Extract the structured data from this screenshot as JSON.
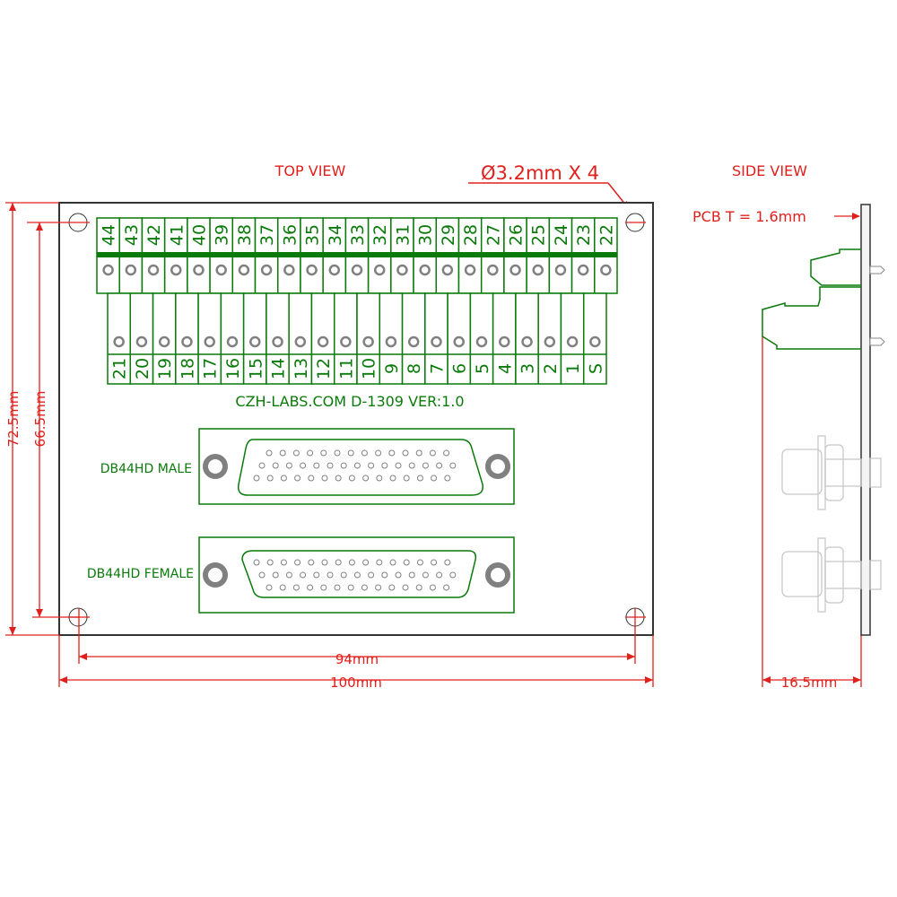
{
  "titles": {
    "top_view": "TOP VIEW",
    "side_view": "SIDE VIEW"
  },
  "annotations": {
    "holes": "Ø3.2mm X 4",
    "pcb_thickness": "PCB  T = 1.6mm",
    "board_marking": "CZH-LABS.COM   D-1309   VER:1.0",
    "male_label": "DB44HD MALE",
    "female_label": "DB44HD FEMALE"
  },
  "dimensions": {
    "width_inner": "94mm",
    "width_outer": "100mm",
    "height_outer": "72.5mm",
    "height_inner": "66.5mm",
    "side_depth": "16.5mm"
  },
  "terminals": {
    "top_row": [
      "44",
      "43",
      "42",
      "41",
      "40",
      "39",
      "38",
      "37",
      "36",
      "35",
      "34",
      "33",
      "32",
      "31",
      "30",
      "29",
      "28",
      "27",
      "26",
      "25",
      "24",
      "23",
      "22"
    ],
    "bottom_row": [
      "21",
      "20",
      "19",
      "18",
      "17",
      "16",
      "15",
      "14",
      "13",
      "12",
      "11",
      "10",
      "9",
      "8",
      "7",
      "6",
      "5",
      "4",
      "3",
      "2",
      "1",
      "S"
    ]
  },
  "colors": {
    "dimension": "#e0201c",
    "silkscreen": "#0a7a0a",
    "hole": "#808080",
    "outline": "#333333"
  }
}
